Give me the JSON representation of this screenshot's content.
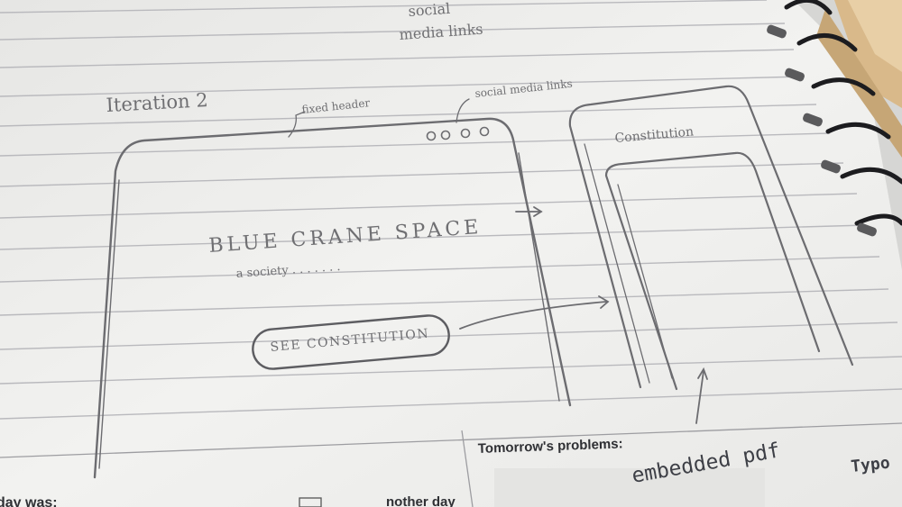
{
  "sketch": {
    "top_note_line1": "social",
    "top_note_line2": "media links",
    "iteration_label": "Iteration 2",
    "fixed_header_note": "fixed header",
    "social_links_note": "social media links",
    "social_dots": "o o o o",
    "site_title": "BLUE CRANE SPACE",
    "tagline": "a society . . . . . . .",
    "cta_button": "SEE CONSTITUTION",
    "constitution_page_title": "Constitution",
    "embedded_pdf_note": "embedded pdf"
  },
  "notebook_print": {
    "tomorrows_problems": "Tomorrow's problems:",
    "day_was": "day was:",
    "another_day": "nother day",
    "typo": "Typo"
  },
  "colors": {
    "paper": "#f1f1ef",
    "rule_line": "#b9b9bd",
    "pencil": "#6f6f72",
    "spiral_wire": "#1c1c1f",
    "card_stack": "#d9b98a"
  }
}
